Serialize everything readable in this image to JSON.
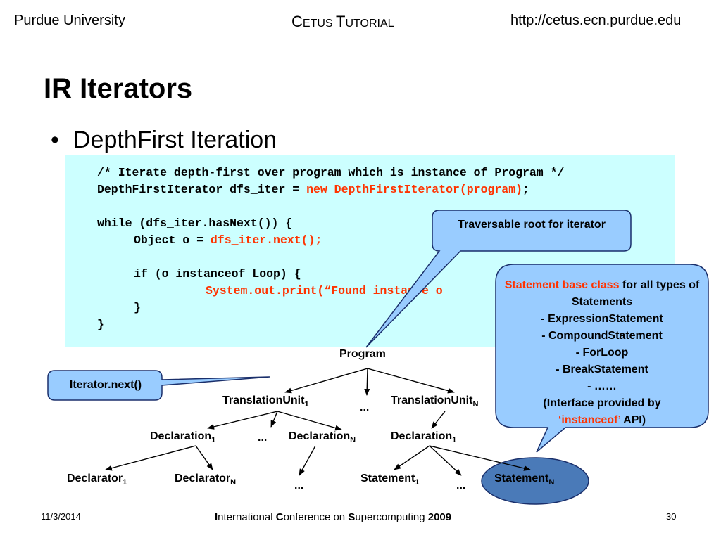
{
  "header": {
    "left": "Purdue University",
    "center_big_c": "C",
    "center_rest_1": "ETUS ",
    "center_big_t": "T",
    "center_rest_2": "UTORIAL",
    "right": "http://cetus.ecn.purdue.edu"
  },
  "slide": {
    "title": "IR Iterators",
    "bullet": "DepthFirst Iteration"
  },
  "code": {
    "line1": "/* Iterate depth-first over program which is instance of Program */",
    "line2_a": "DepthFirstIterator dfs_iter = ",
    "line2_b": "new DepthFirstIterator(program)",
    "line2_c": ";",
    "line3": "while (dfs_iter.hasNext()) {",
    "line4_a": "Object o = ",
    "line4_b": "dfs_iter.next();",
    "line5": "if (o instanceof Loop) {",
    "line6": "System.out.print(“Found instance o",
    "line7": "}",
    "line8": "}"
  },
  "callouts": {
    "root": "Traversable root for iterator",
    "iterator_next": "Iterator.next()",
    "statement_red": "Statement base class",
    "statement_rest": " for all types of Statements",
    "items": [
      "- ExpressionStatement",
      "- CompoundStatement",
      "- ForLoop",
      "- BreakStatement",
      "- ……"
    ],
    "interface_pre": "(Interface provided by",
    "interface_red": "‘instanceof’",
    "interface_post": " API)"
  },
  "tree": {
    "program": "Program",
    "tu": "TranslationUnit",
    "tu1_sub": "1",
    "tuN_sub": "N",
    "decl": "Declaration",
    "declarator": "Declarator",
    "statement": "Statement",
    "sub1": "1",
    "subN": "N",
    "ellipsis": "..."
  },
  "footer": {
    "date": "11/3/2014",
    "i": "I",
    "nternational": "nternational ",
    "c": "C",
    "onference": "onference on ",
    "s": "S",
    "upercomputing": "upercomputing ",
    "year": "2009",
    "page": "30"
  },
  "colors": {
    "code_bg": "#ccffff",
    "callout_fill": "#99ccff",
    "callout_stroke": "#1a2f6b",
    "accent_red": "#ff3300",
    "highlight_node": "#4a7ab8"
  }
}
